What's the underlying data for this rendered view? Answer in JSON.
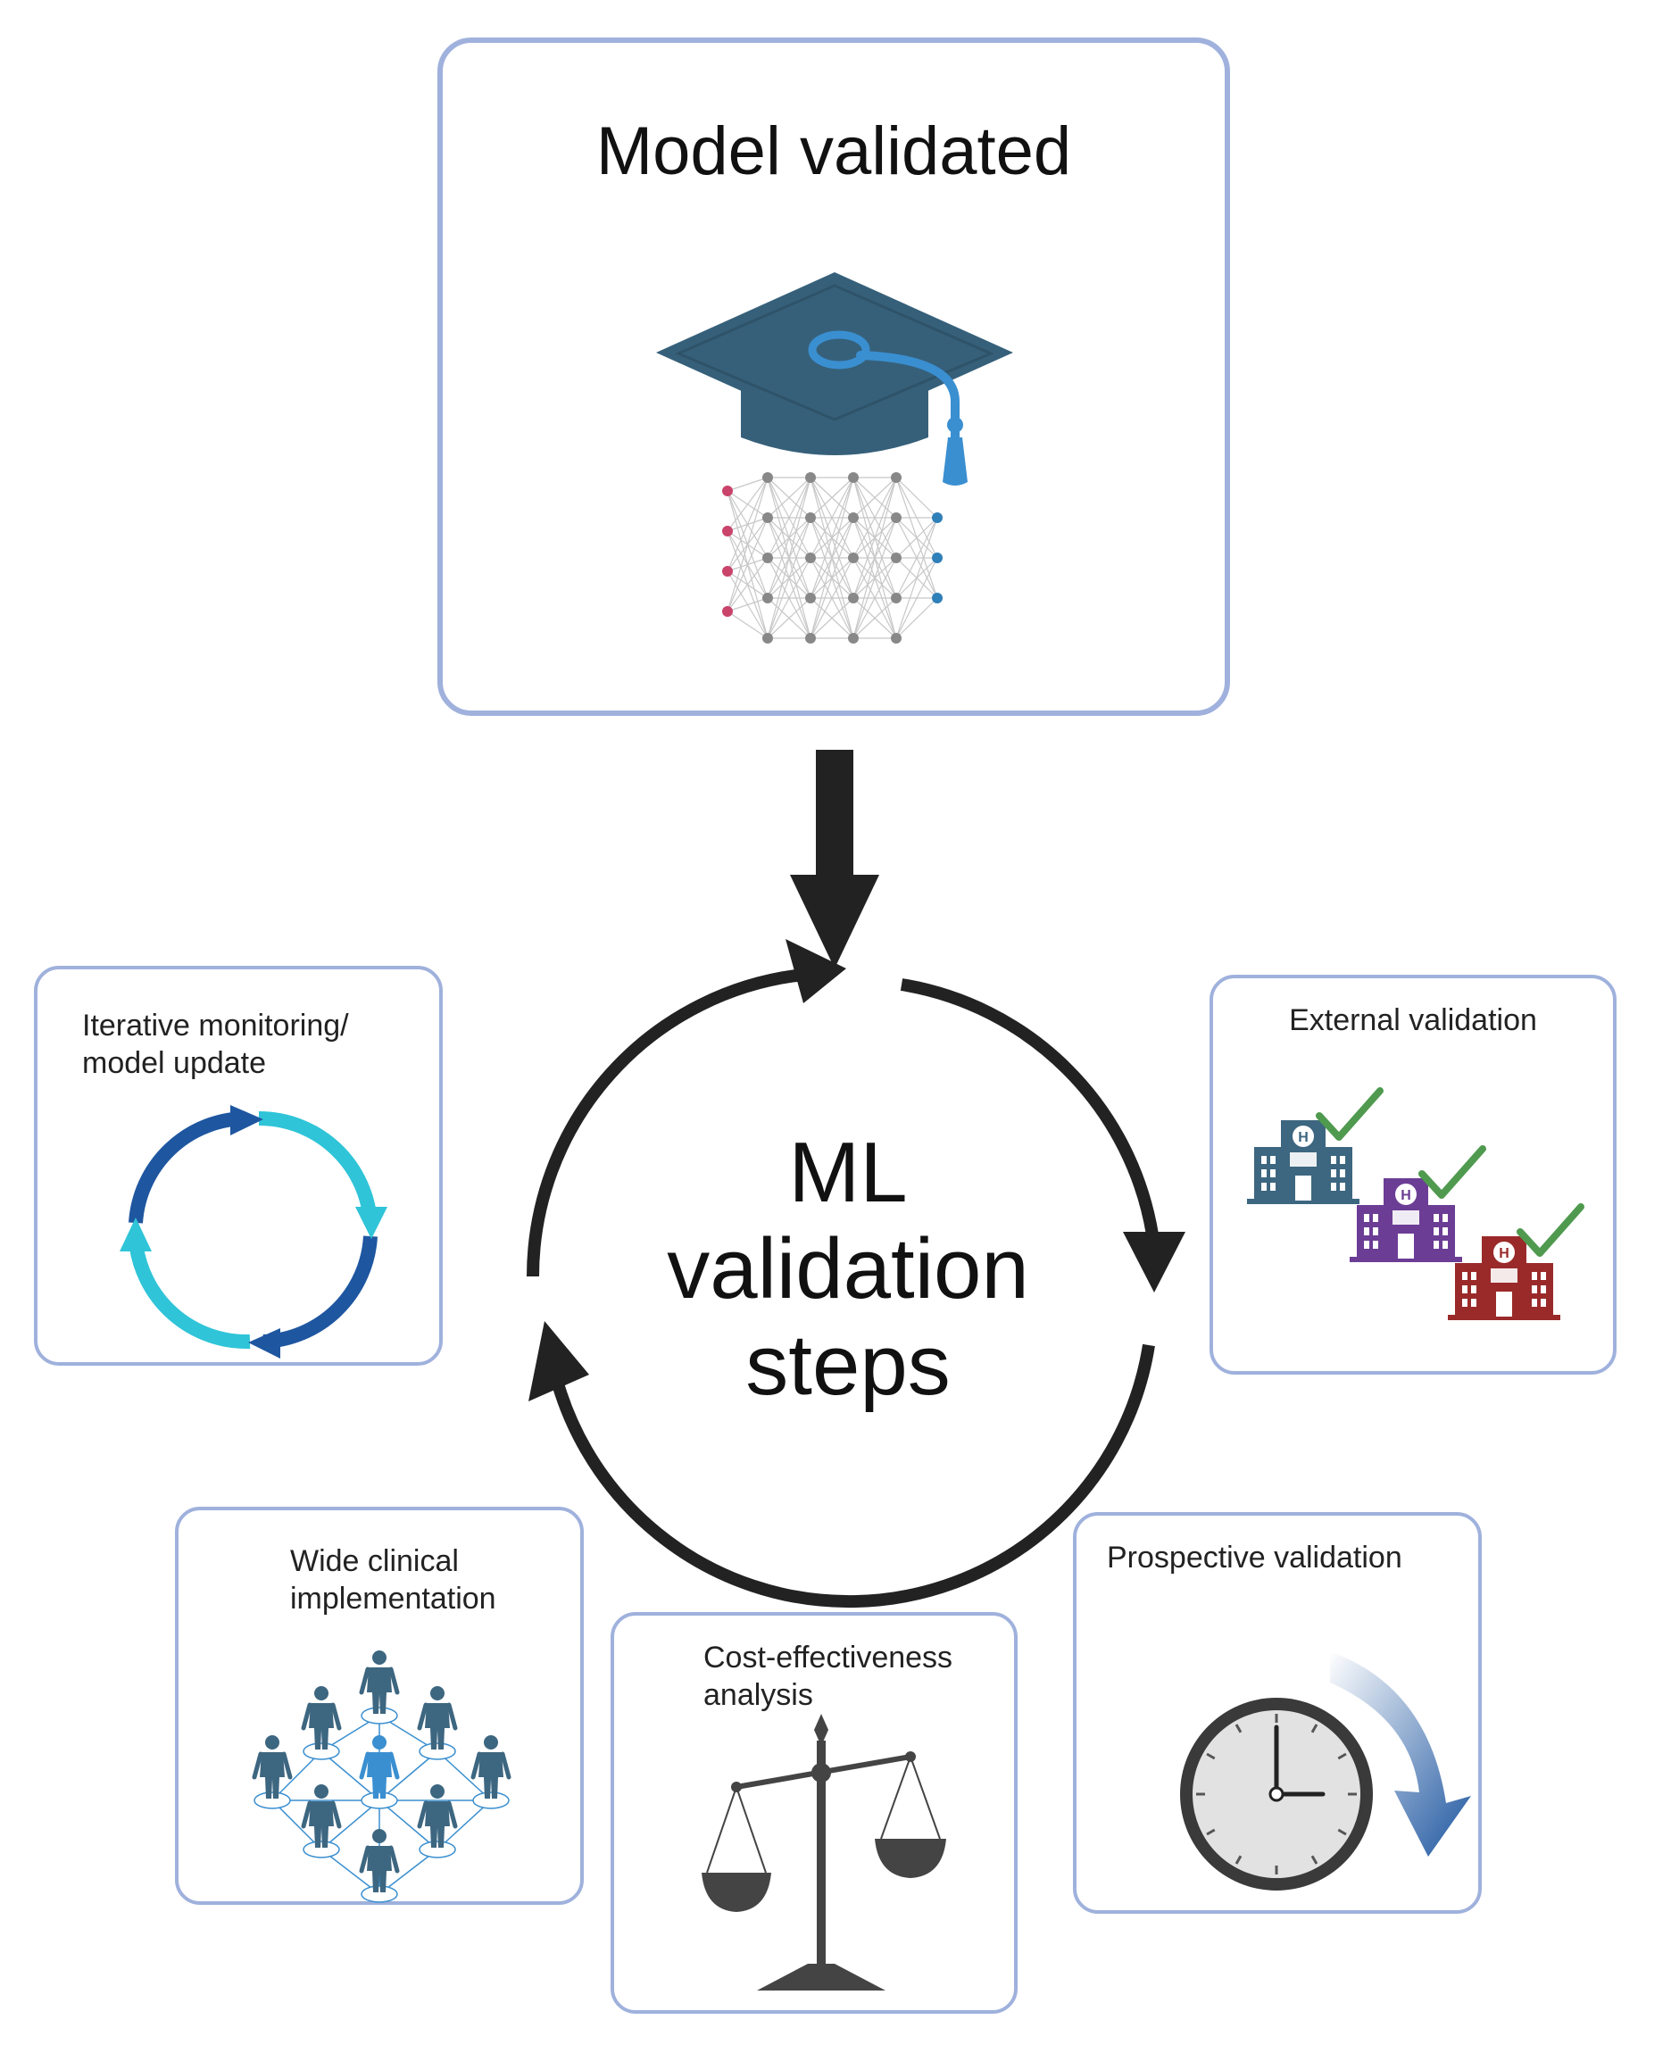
{
  "top_box": {
    "title": "Model validated"
  },
  "center": {
    "line1": "ML",
    "line2": "validation",
    "line3": "steps"
  },
  "steps": {
    "external": {
      "label": "External validation"
    },
    "prospective": {
      "label": "Prospective validation"
    },
    "cost": {
      "line1": "Cost-effectiveness",
      "line2": "analysis"
    },
    "wide": {
      "line1": "Wide clinical",
      "line2": "implementation"
    },
    "iterative": {
      "line1": "Iterative monitoring/",
      "line2": "model update"
    }
  },
  "icons": {
    "top": "graduation-cap-neural-network-icon",
    "external": "hospitals-checkmark-icon",
    "prospective": "clock-arrow-icon",
    "cost": "balance-scale-icon",
    "wide": "people-network-icon",
    "iterative": "cycle-arrows-icon"
  },
  "colors": {
    "box_border": "#9fb1dc",
    "cap": "#36607a",
    "tassel": "#3a8fd0",
    "hospital_teal": "#3d6680",
    "hospital_purple": "#6b3d95",
    "hospital_red": "#9a2a2a",
    "check": "#4f9a4f",
    "cycle_dark": "#1e56a0",
    "cycle_light": "#2fc4d8",
    "people": "#3d6680",
    "people_highlight": "#3a8fd0",
    "scale": "#444444"
  }
}
